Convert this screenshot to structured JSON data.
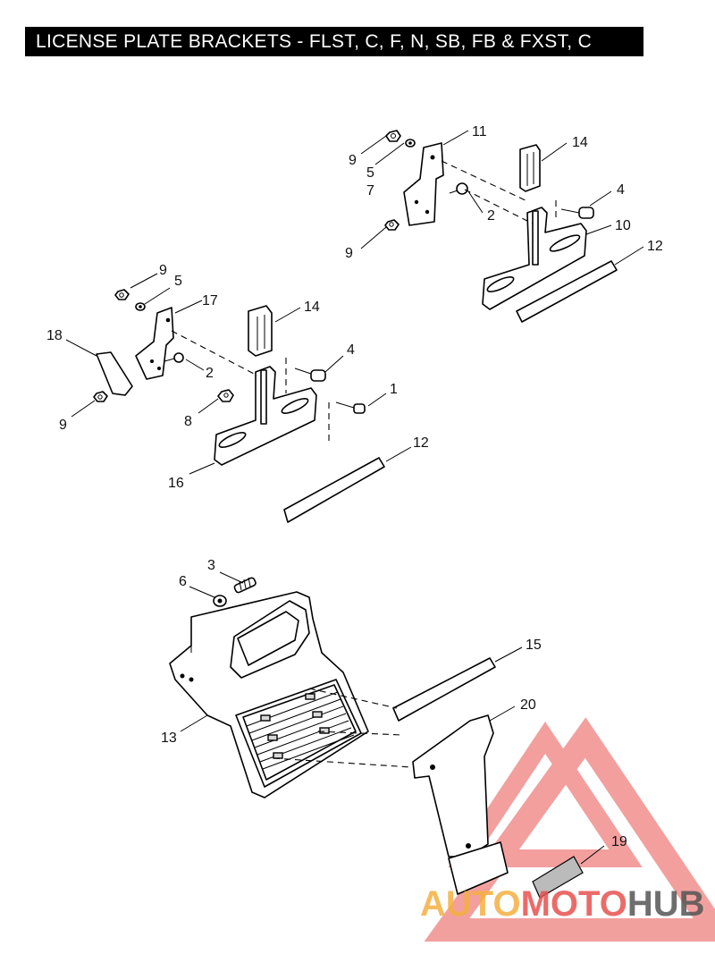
{
  "title": "LICENSE PLATE BRACKETS - FLST, C, F, N, SB, FB & FXST, C",
  "callouts": {
    "c9a": "9",
    "c5a": "5",
    "c7a": "7",
    "c11": "11",
    "c14a": "14",
    "c4a": "4",
    "c2a": "2",
    "c9b": "9",
    "c10": "10",
    "c12a": "12",
    "c9c": "9",
    "c5b": "5",
    "c17": "17",
    "c14b": "14",
    "c18": "18",
    "c4b": "4",
    "c2b": "2",
    "c1": "1",
    "c9d": "9",
    "c8": "8",
    "c16": "16",
    "c12b": "12",
    "c3": "3",
    "c6": "6",
    "c15": "15",
    "c20": "20",
    "c13": "13",
    "c19": "19"
  },
  "watermark": {
    "part1": "AUTO",
    "part2": "MOTO",
    "part3": "HUB",
    "color_orange": "#f5b041",
    "color_red": "#e8524f",
    "color_gray": "#555555"
  }
}
